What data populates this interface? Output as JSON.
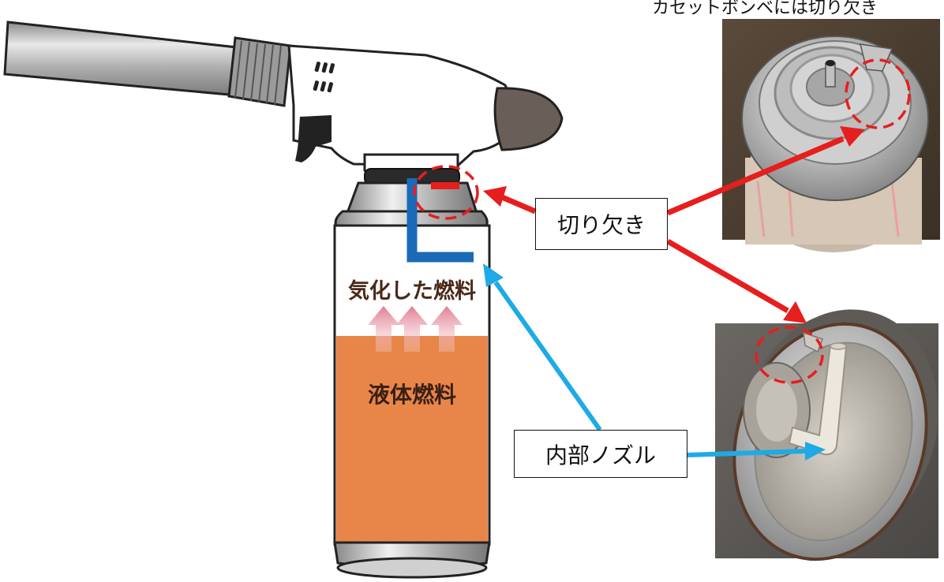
{
  "caption_top": "カセットボンベには切り欠き",
  "labels": {
    "cutout": "切り欠き",
    "internal_nozzle": "内部ノズル"
  },
  "can": {
    "vapor_text": "気化した燃料",
    "liquid_text": "液体燃料"
  },
  "colors": {
    "red_arrow": "#e61e1e",
    "blue_arrow": "#1eaae6",
    "liquid": "#e8864a",
    "nozzle_blue": "#1a6ab8",
    "vapor_arrow": "#e88a9a"
  }
}
